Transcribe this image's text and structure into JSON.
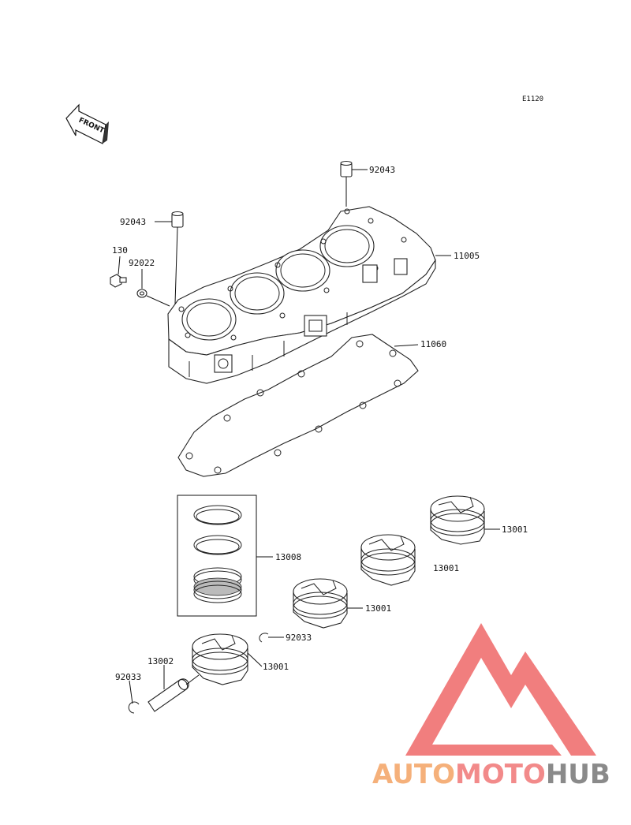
{
  "diagram_code": "E1120",
  "front_label": "FRONT",
  "callouts": {
    "dowel_top": "92043",
    "dowel_left": "92043",
    "bolt": "130",
    "washer": "92022",
    "cylinder": "11005",
    "gasket": "11060",
    "ring_set": "13008",
    "piston_a": "13001",
    "piston_b": "13001",
    "piston_c": "13001",
    "piston_d": "13001",
    "clip_right": "92033",
    "pin": "13002",
    "clip_left": "92033"
  },
  "watermark": {
    "part1": "AUTO",
    "part2": "MOTO",
    "part3": "HUB",
    "color1": "#f5b07a",
    "color2": "#f28a8a",
    "color3": "#8a8a8a",
    "logo_color": "#f07070"
  }
}
